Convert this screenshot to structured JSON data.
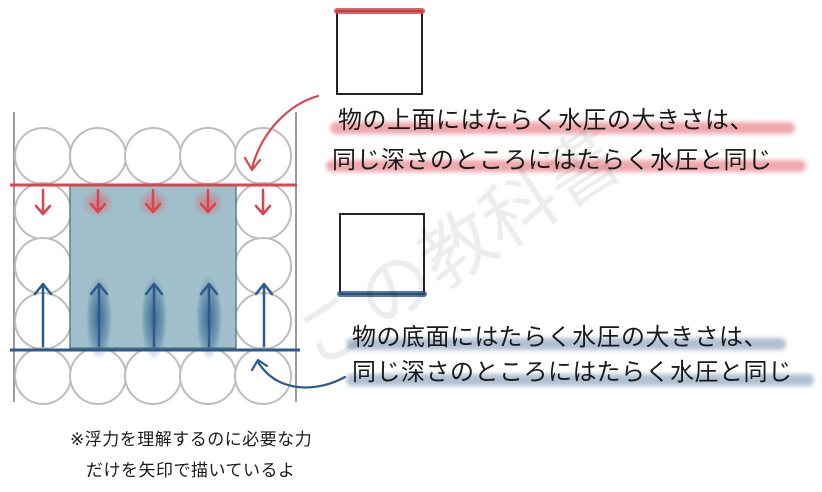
{
  "captions": {
    "top_line1": "物の上面にはたらく水圧の大きさは、",
    "top_line2": "同じ深さのところにはたらく水圧と同じ",
    "bottom_line1": "物の底面にはたらく水圧の大きさは、",
    "bottom_line2": "同じ深さのところにはたらく水圧と同じ"
  },
  "note": {
    "line1": "※浮力を理解するのに必要な力",
    "line2": "だけを矢印で描いているよ"
  },
  "watermark": "この教科書",
  "colors": {
    "top_accent": "#d8454d",
    "bottom_accent": "#2c5a8c",
    "object_fill": "#9fbfca",
    "circle_stroke": "#bdbdbd",
    "outline": "#222222"
  }
}
